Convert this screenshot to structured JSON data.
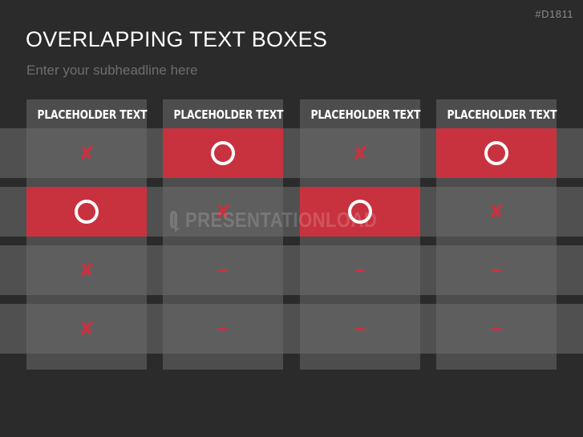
{
  "slide": {
    "code": "#D1811",
    "title": "OVERLAPPING TEXT BOXES",
    "subtitle": "Enter your subheadline here"
  },
  "watermark": {
    "text": "PRESENTATIONLOAD",
    "icon": "speech-bubble-icon"
  },
  "colors": {
    "background": "#2b2b2b",
    "accent_red": "#c8323f",
    "cell_gray": "#6a6a6a",
    "text_white": "#ffffff",
    "subtitle_gray": "#6e6e6e"
  },
  "table": {
    "columns": [
      {
        "header": "PLACEHOLDER TEXT",
        "cells": [
          {
            "mark": "x",
            "highlight": false
          },
          {
            "mark": "o",
            "highlight": true
          },
          {
            "mark": "x",
            "highlight": false
          },
          {
            "mark": "x",
            "highlight": false
          }
        ]
      },
      {
        "header": "PLACEHOLDER TEXT",
        "cells": [
          {
            "mark": "o",
            "highlight": true
          },
          {
            "mark": "x",
            "highlight": false
          },
          {
            "mark": "dash",
            "highlight": false
          },
          {
            "mark": "dash",
            "highlight": false
          }
        ]
      },
      {
        "header": "PLACEHOLDER TEXT",
        "cells": [
          {
            "mark": "x",
            "highlight": false
          },
          {
            "mark": "o",
            "highlight": true
          },
          {
            "mark": "dash",
            "highlight": false
          },
          {
            "mark": "dash",
            "highlight": false
          }
        ]
      },
      {
        "header": "PLACEHOLDER TEXT",
        "cells": [
          {
            "mark": "o",
            "highlight": true
          },
          {
            "mark": "x",
            "highlight": false
          },
          {
            "mark": "dash",
            "highlight": false
          },
          {
            "mark": "dash",
            "highlight": false
          }
        ]
      }
    ]
  }
}
